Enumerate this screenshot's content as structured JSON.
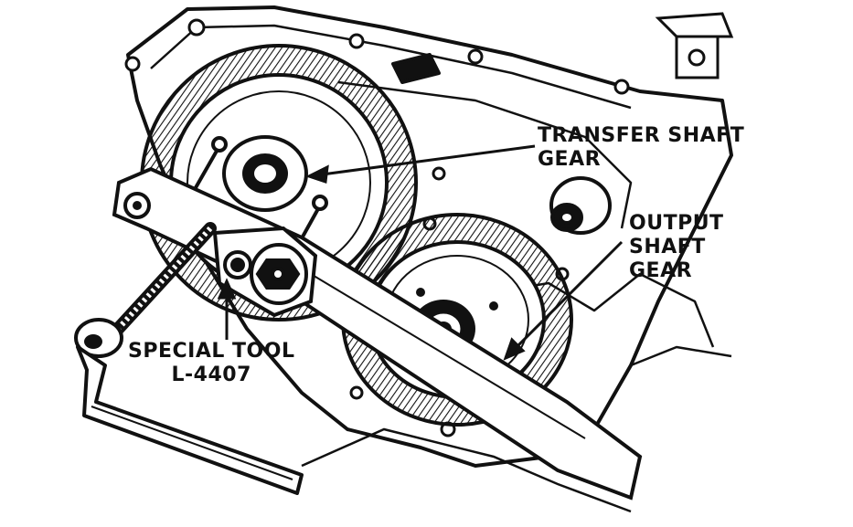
{
  "labels": {
    "transfer_shaft_gear": {
      "line1": "TRANSFER SHAFT",
      "line2": "GEAR"
    },
    "output_shaft_gear": {
      "line1": "OUTPUT",
      "line2": "SHAFT",
      "line3": "GEAR"
    },
    "special_tool": {
      "line1": "SPECIAL TOOL",
      "line2": "L-4407"
    }
  },
  "colors": {
    "ink": "#111111",
    "paper": "#ffffff",
    "shade": "#bbbbbb"
  }
}
